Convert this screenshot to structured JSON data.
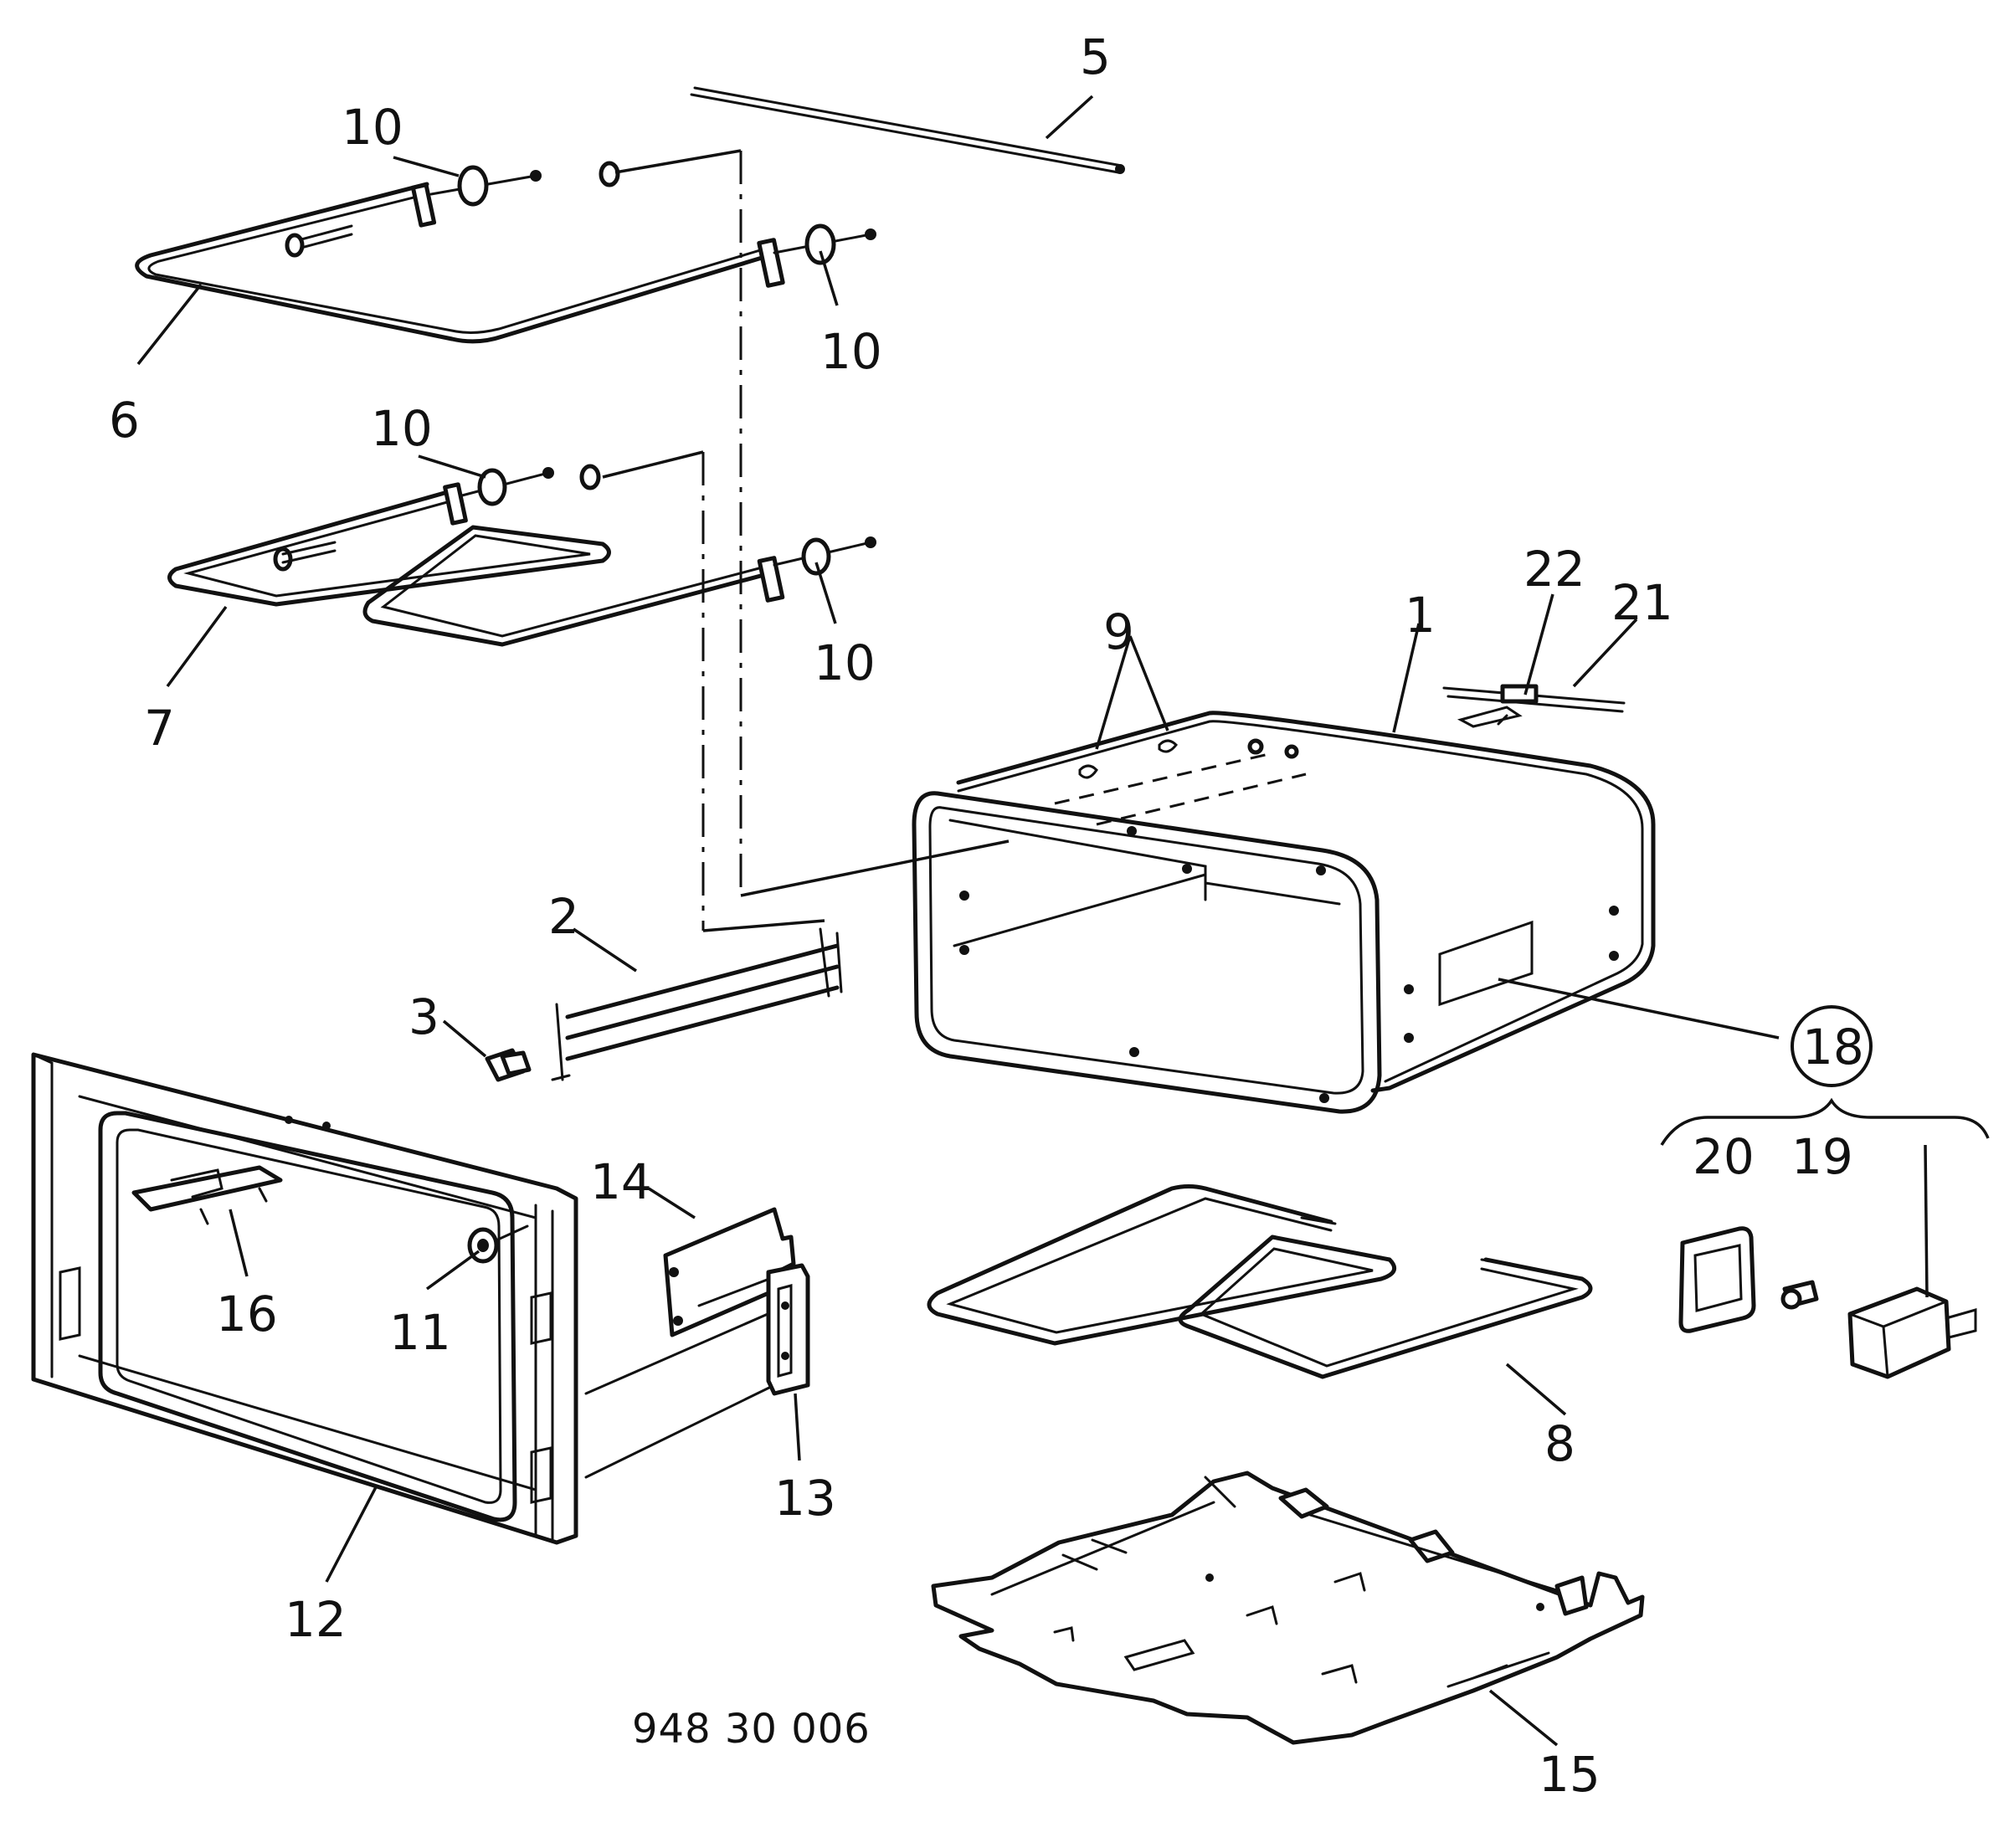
{
  "figure": {
    "reference_number": "948 30 006",
    "callouts": {
      "c1": "1",
      "c2": "2",
      "c3": "3",
      "c5": "5",
      "c6": "6",
      "c7": "7",
      "c8": "8",
      "c9": "9",
      "c10a": "10",
      "c10b": "10",
      "c10c": "10",
      "c10d": "10",
      "c11": "11",
      "c12": "12",
      "c13": "13",
      "c14": "14",
      "c15": "15",
      "c16": "16",
      "c18": "18",
      "c19": "19",
      "c20": "20",
      "c21": "21",
      "c22": "22"
    }
  }
}
